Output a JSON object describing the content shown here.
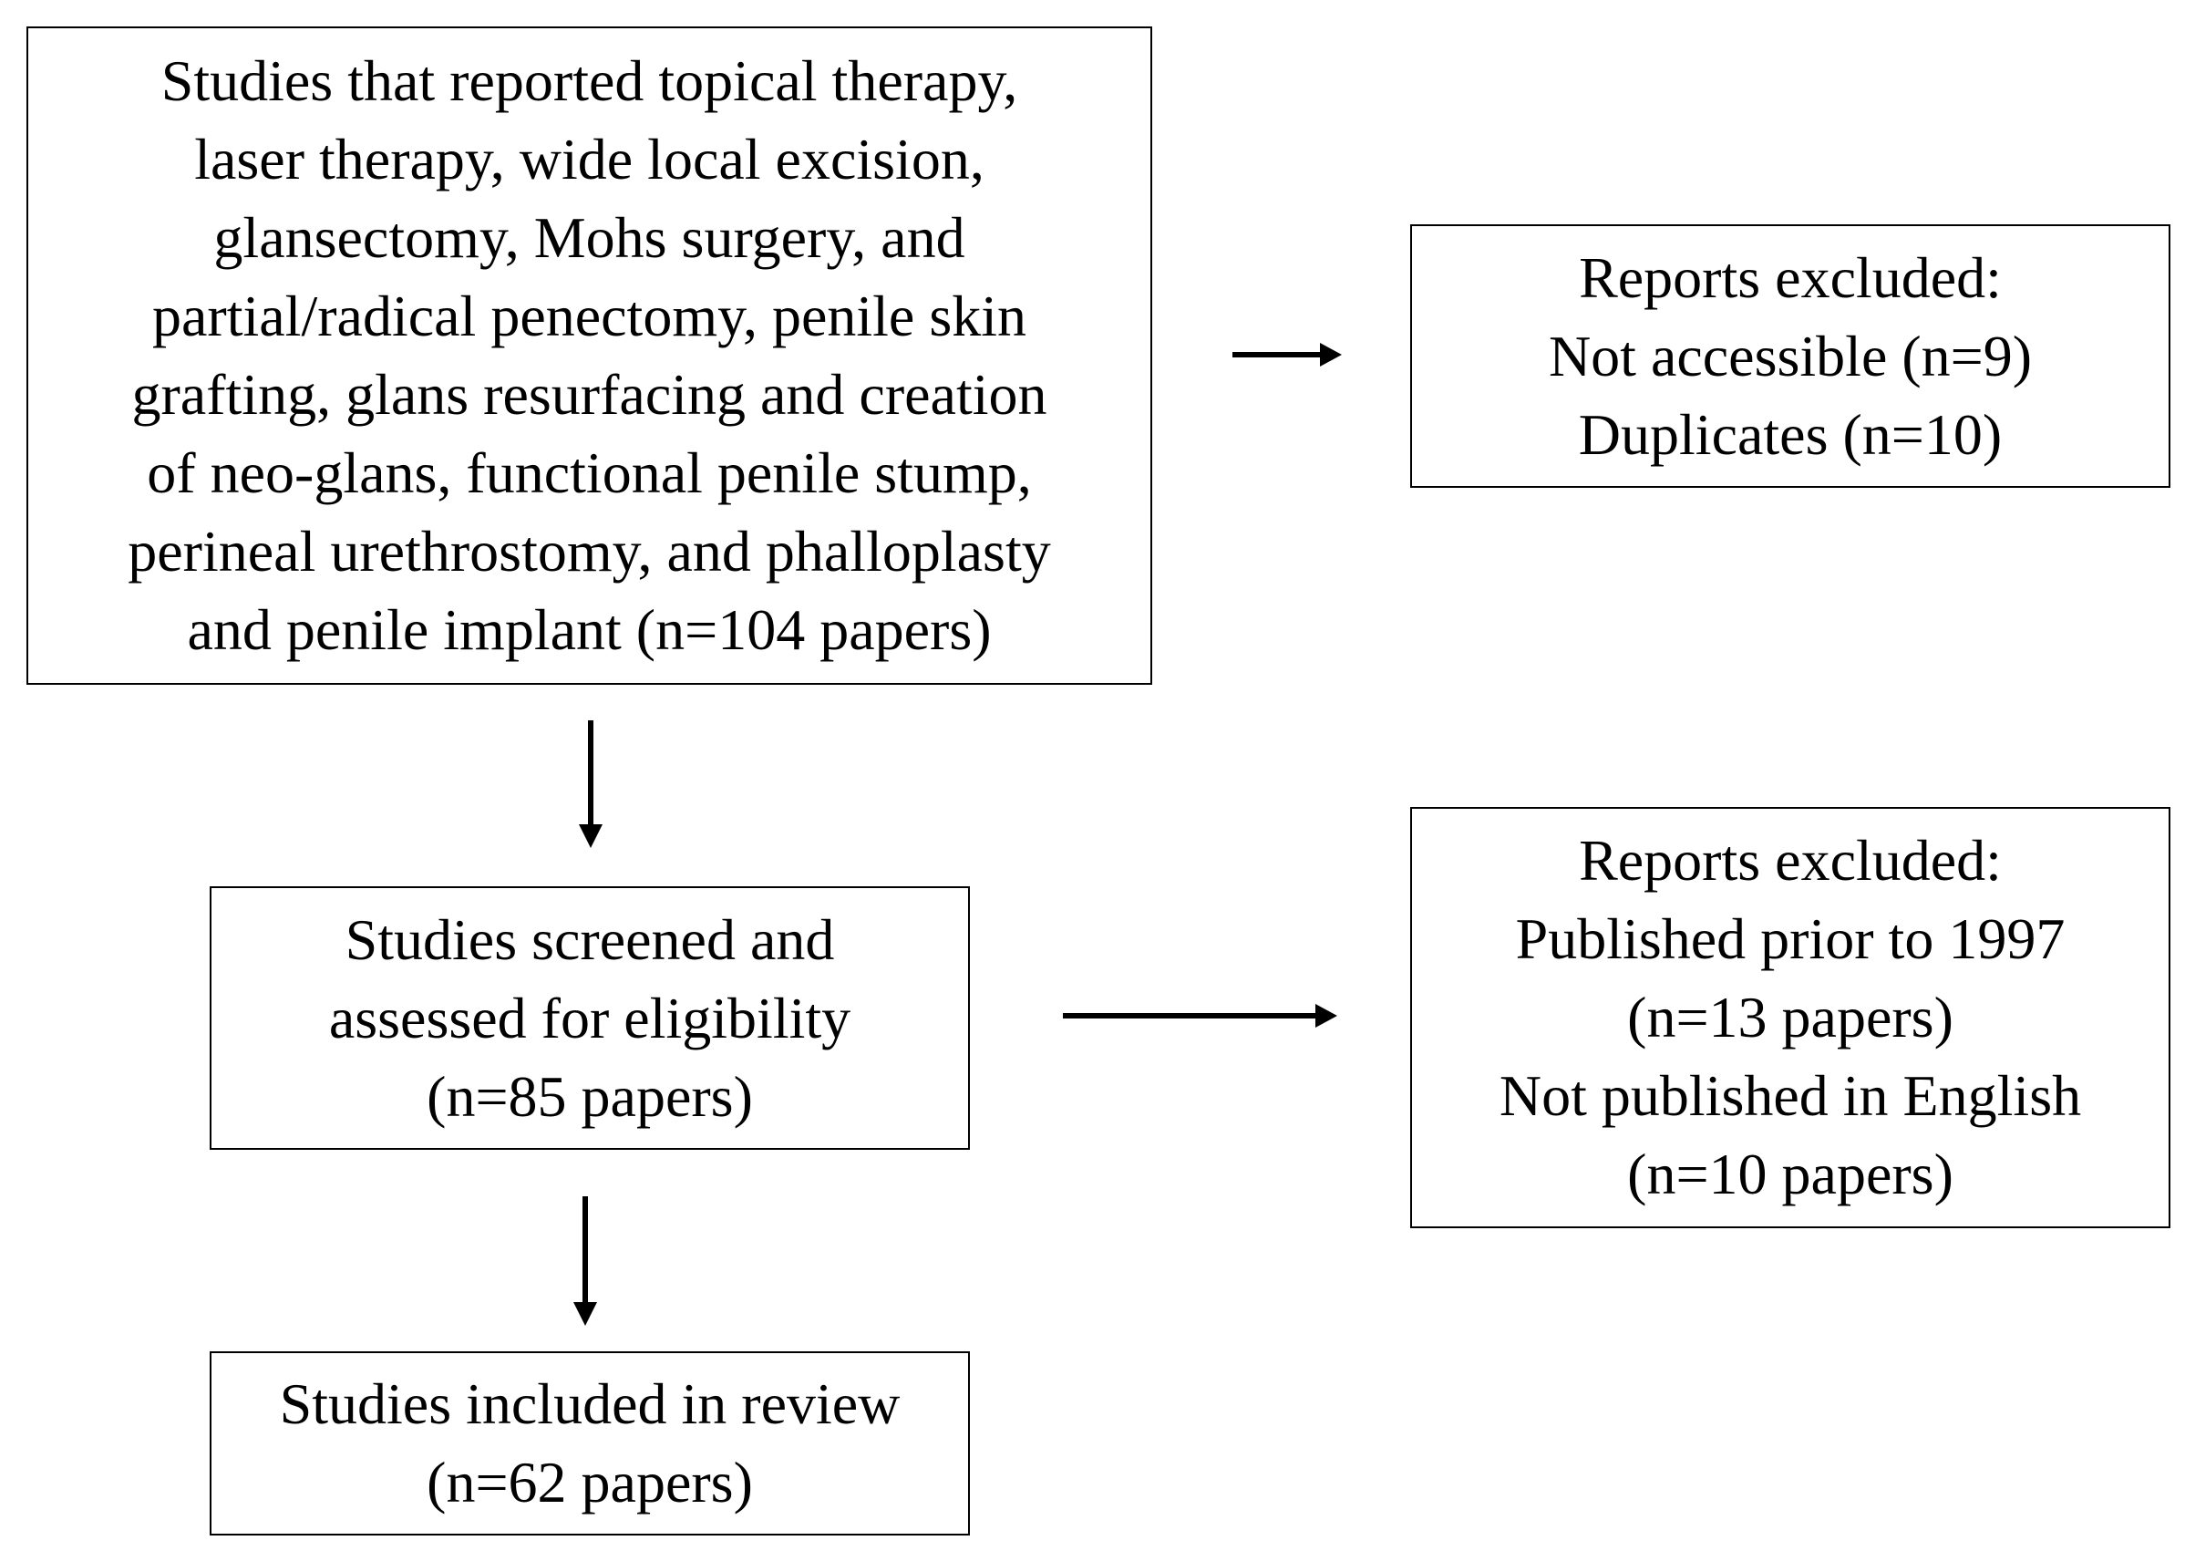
{
  "boxes": {
    "identified": {
      "lines": [
        "Studies that reported topical therapy,",
        "laser therapy, wide local excision,",
        "glansectomy, Mohs surgery, and",
        "partial/radical penectomy, penile skin",
        "grafting, glans resurfacing and creation",
        "of neo-glans, functional penile stump,",
        "perineal urethrostomy, and phalloplasty",
        "and penile implant  (n=104 papers)"
      ]
    },
    "excluded_first": {
      "lines": [
        "Reports excluded:",
        "Not accessible (n=9)",
        "Duplicates (n=10)"
      ]
    },
    "screened": {
      "lines": [
        "Studies screened and",
        "assessed for eligibility",
        "(n=85 papers)"
      ]
    },
    "excluded_second": {
      "lines": [
        "Reports excluded:",
        "Published prior to 1997",
        "(n=13 papers)",
        "Not published in English",
        "(n=10 papers)"
      ]
    },
    "included": {
      "lines": [
        "Studies included in review",
        "(n=62 papers)"
      ]
    }
  }
}
